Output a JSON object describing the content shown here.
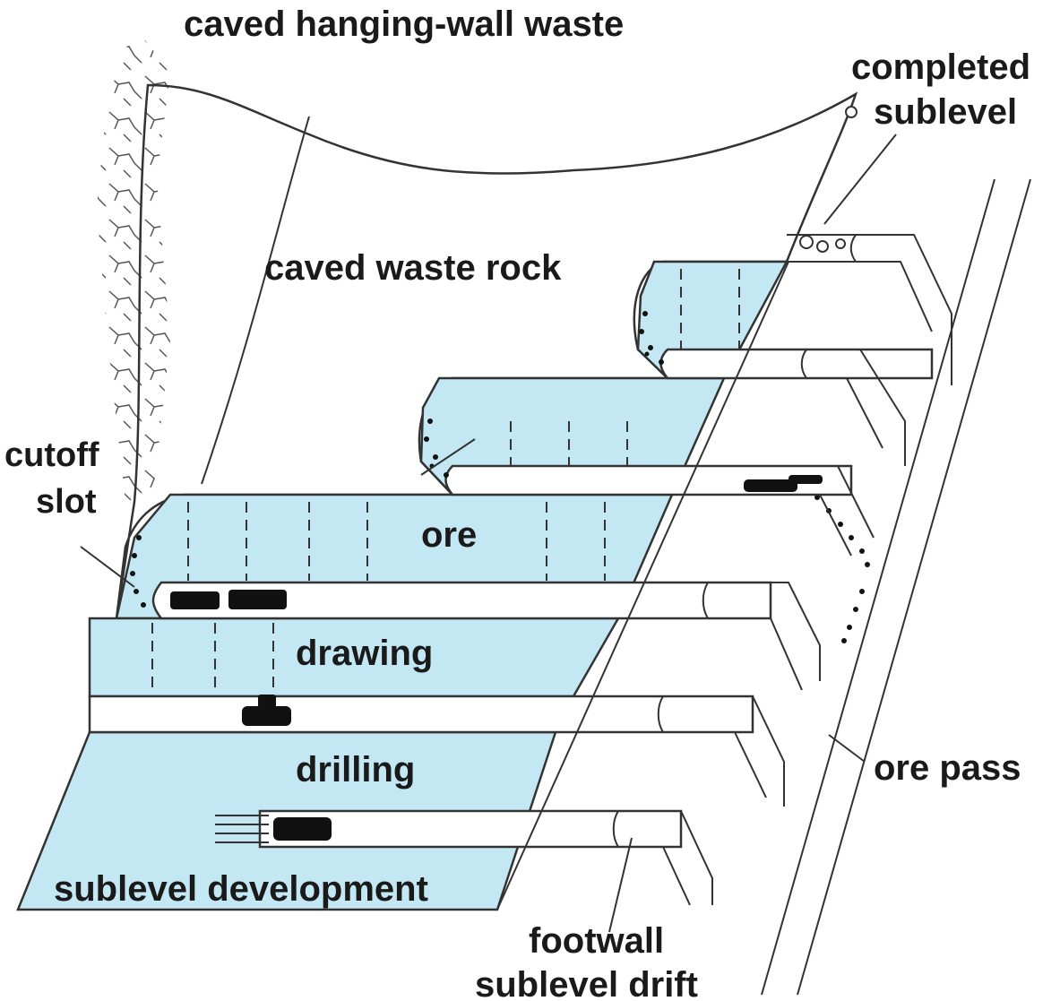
{
  "labels": {
    "hanging_wall": "caved hanging-wall waste",
    "completed_line1": "completed",
    "completed_line2": "sublevel",
    "waste_rock": "caved waste rock",
    "cutoff_line1": "cutoff",
    "cutoff_line2": "slot",
    "ore": "ore",
    "drawing": "drawing",
    "drilling": "drilling",
    "ore_pass": "ore pass",
    "sublevel_development": "sublevel development",
    "footwall_line1": "footwall",
    "footwall_line2": "sublevel drift"
  },
  "colors": {
    "ore": "#c3e8f3",
    "waste": "#d3d3cf",
    "ink": "#333333",
    "equipment": "#111111"
  }
}
